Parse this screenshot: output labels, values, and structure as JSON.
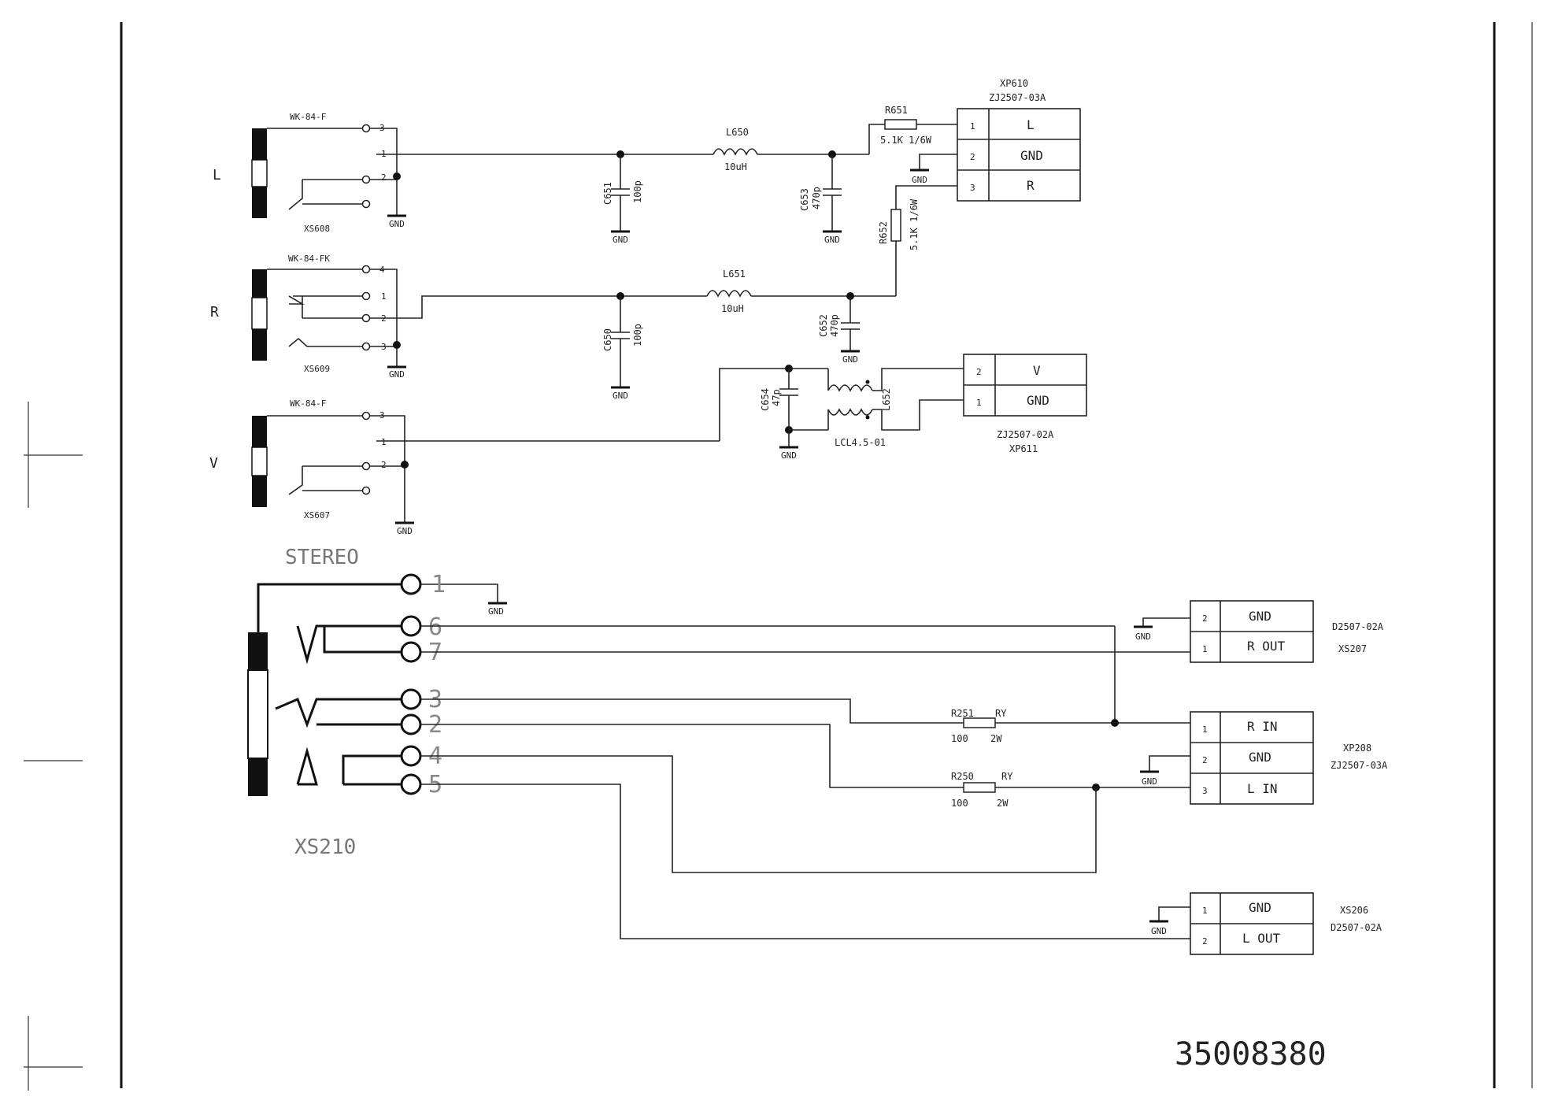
{
  "drawing_number": "35008380",
  "jacks": {
    "l": {
      "side": "L",
      "part": "WK-84-F",
      "ref": "XS608",
      "pins": [
        "3",
        "1",
        "2"
      ],
      "gnd": "GND"
    },
    "r": {
      "side": "R",
      "part": "WK-84-FK",
      "ref": "XS609",
      "pins": [
        "4",
        "1",
        "2",
        "3"
      ],
      "gnd": "GND"
    },
    "v": {
      "side": "V",
      "part": "WK-84-F",
      "ref": "XS607",
      "pins": [
        "3",
        "1",
        "2"
      ],
      "gnd": "GND"
    }
  },
  "components": {
    "l650": {
      "ref": "L650",
      "value": "10uH"
    },
    "l651": {
      "ref": "L651",
      "value": "10uH"
    },
    "c651": {
      "ref": "C651",
      "value": "100p",
      "gnd": "GND"
    },
    "c650": {
      "ref": "C650",
      "value": "100p",
      "gnd": "GND"
    },
    "c653": {
      "ref": "C653",
      "value": "470p",
      "gnd": "GND"
    },
    "c652": {
      "ref": "C652",
      "value": "470p",
      "gnd": "GND"
    },
    "c654": {
      "ref": "C654",
      "value": "47p",
      "gnd": "GND"
    },
    "r651": {
      "ref": "R651",
      "value": "5.1K 1/6W"
    },
    "r652": {
      "ref": "R652",
      "value": "5.1K 1/6W"
    },
    "l652": {
      "ref": "L652",
      "value": "LCL4.5-01"
    },
    "r251": {
      "ref": "R251",
      "type": "RY",
      "value": "100",
      "power": "2W"
    },
    "r250": {
      "ref": "R250",
      "type": "RY",
      "value": "100",
      "power": "2W"
    }
  },
  "connectors": {
    "xp610": {
      "ref": "XP610",
      "part": "ZJ2507-03A",
      "gnd": "GND",
      "rows": [
        {
          "pin": "1",
          "name": "L"
        },
        {
          "pin": "2",
          "name": "GND"
        },
        {
          "pin": "3",
          "name": "R"
        }
      ]
    },
    "xp611": {
      "ref": "XP611",
      "part": "ZJ2507-02A",
      "rows": [
        {
          "pin": "2",
          "name": "V"
        },
        {
          "pin": "1",
          "name": "GND"
        }
      ]
    },
    "xs207": {
      "ref": "XS207",
      "part": "D2507-02A",
      "gnd": "GND",
      "rows": [
        {
          "pin": "2",
          "name": "GND"
        },
        {
          "pin": "1",
          "name": "R OUT"
        }
      ]
    },
    "xp208": {
      "ref": "XP208",
      "part": "ZJ2507-03A",
      "gnd": "GND",
      "rows": [
        {
          "pin": "1",
          "name": "R IN"
        },
        {
          "pin": "2",
          "name": "GND"
        },
        {
          "pin": "3",
          "name": "L IN"
        }
      ]
    },
    "xs206": {
      "ref": "XS206",
      "part": "D2507-02A",
      "gnd": "GND",
      "rows": [
        {
          "pin": "1",
          "name": "GND"
        },
        {
          "pin": "2",
          "name": "L OUT"
        }
      ]
    }
  },
  "stereo_jack": {
    "title": "STEREO",
    "ref": "XS210",
    "gnd": "GND",
    "pins": [
      "1",
      "6",
      "7",
      "3",
      "2",
      "4",
      "5"
    ]
  }
}
